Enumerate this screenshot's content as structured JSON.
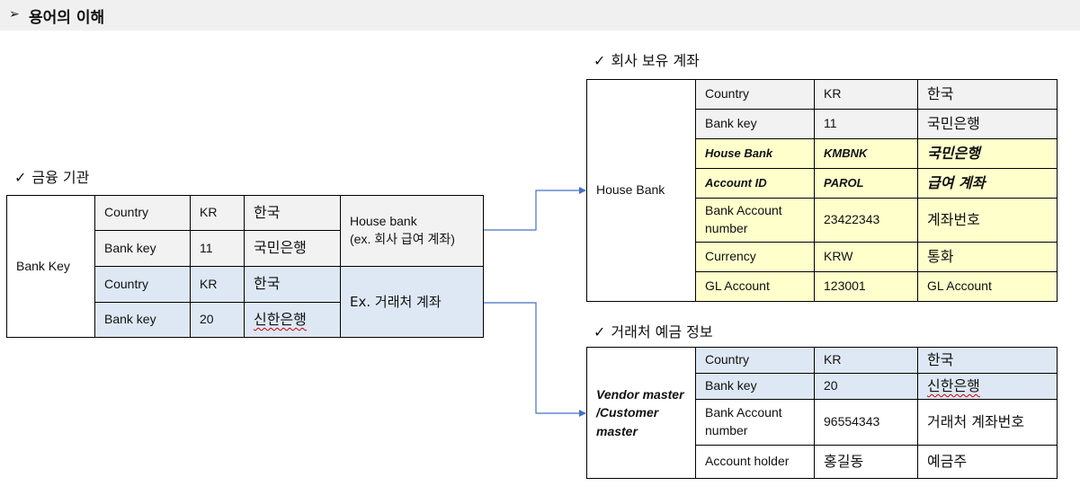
{
  "header": {
    "arrow": "➢",
    "title": "용어의 이해"
  },
  "sections": {
    "financial": {
      "check": "✓",
      "title": "금융 기관"
    },
    "company": {
      "check": "✓",
      "title": "회사 보유 계좌"
    },
    "vendor": {
      "check": "✓",
      "title": "거래처 예금 정보"
    }
  },
  "left_table": {
    "main_label": "Bank Key",
    "rows": [
      {
        "field": "Country",
        "code": "KR",
        "value": "한국"
      },
      {
        "field": "Bank key",
        "code": "11",
        "value": "국민은행"
      },
      {
        "field": "Country",
        "code": "KR",
        "value": "한국"
      },
      {
        "field": "Bank key",
        "code": "20",
        "value": "신한은행"
      }
    ],
    "group1_label": "House bank\n(ex. 회사 급여 계좌)",
    "group2_label": "Ex. 거래처 계좌"
  },
  "house_table": {
    "main_label": "House Bank",
    "rows": [
      {
        "field": "Country",
        "code": "KR",
        "value": "한국"
      },
      {
        "field": "Bank key",
        "code": "11",
        "value": "국민은행"
      },
      {
        "field": "House Bank",
        "code": "KMBNK",
        "value": "국민은행"
      },
      {
        "field": "Account ID",
        "code": "PAROL",
        "value": "급여 계좌"
      },
      {
        "field": "Bank Account number",
        "code": "23422343",
        "value": "계좌번호"
      },
      {
        "field": "Currency",
        "code": "KRW",
        "value": "통화"
      },
      {
        "field": "GL Account",
        "code": "123001",
        "value": "GL Account"
      }
    ]
  },
  "vendor_table": {
    "main_label": "Vendor master /Customer master",
    "rows": [
      {
        "field": "Country",
        "code": "KR",
        "value": "한국"
      },
      {
        "field": "Bank key",
        "code": "20",
        "value": "신한은행"
      },
      {
        "field": "Bank Account number",
        "code": "96554343",
        "value": "거래처 계좌번호"
      },
      {
        "field": "Account holder",
        "code": "홍길동",
        "value": "예금주"
      }
    ]
  },
  "colors": {
    "gray": "#f2f2f2",
    "blue": "#dde8f4",
    "yellow": "#ffffcc",
    "connector": "#4472c4"
  }
}
